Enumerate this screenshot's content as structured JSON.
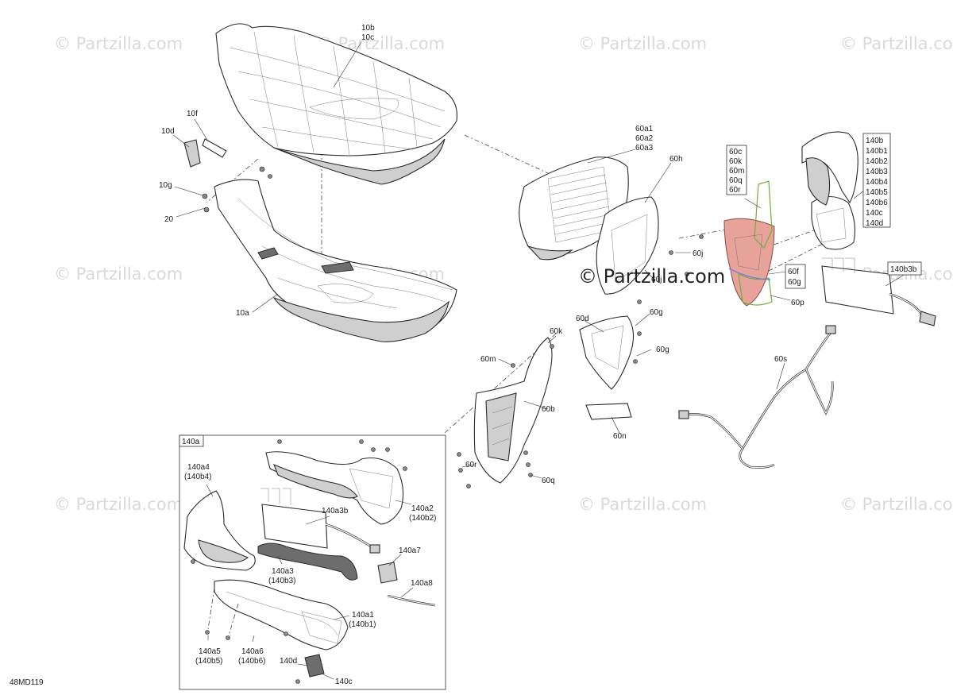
{
  "diagram_code": "48MD119",
  "watermark": "© Partzilla.com",
  "colors": {
    "watermark": "#d9d9d9",
    "highlight_red": "#e7a39a",
    "highlight_green": "#6fae3b",
    "highlight_blue": "#6f7fd8"
  },
  "labels": {
    "l10b": "10b",
    "l10c": "10c",
    "l10f": "10f",
    "l10d": "10d",
    "l10g": "10g",
    "l20": "20",
    "l10a": "10a",
    "l60a1": "60a1",
    "l60a2": "60a2",
    "l60a3": "60a3",
    "l60h": "60h",
    "l60j_a": "60j",
    "l60j_b": "60j",
    "l60c": "60c",
    "l60k": "60k",
    "l60m": "60m",
    "l60q": "60q",
    "l60r": "60r",
    "l60f": "60f",
    "l60g": "60g",
    "l60p": "60p",
    "l60d": "60d",
    "l60g_a": "60g",
    "l60g_b": "60g",
    "l60k_b": "60k",
    "l60m_b": "60m",
    "l60b": "60b",
    "l60n": "60n",
    "l60r_b": "60r",
    "l60q_b": "60q",
    "l60s": "60s",
    "l140b": "140b",
    "l140b1": "140b1",
    "l140b2": "140b2",
    "l140b3": "140b3",
    "l140b4": "140b4",
    "l140b5": "140b5",
    "l140b6": "140b6",
    "l140c": "140c",
    "l140d": "140d",
    "l140b3b": "140b3b",
    "l140a": "140a",
    "l140a4": "140a4",
    "l140a4b": "(140b4)",
    "l140a3b": "140a3b",
    "l140a2": "140a2",
    "l140a2b": "(140b2)",
    "l140a3": "140a3",
    "l140a3c": "(140b3)",
    "l140a7": "140a7",
    "l140a8": "140a8",
    "l140a1": "140a1",
    "l140a1b": "(140b1)",
    "l140a5": "140a5",
    "l140a5b": "(140b5)",
    "l140a6": "140a6",
    "l140a6b": "(140b6)",
    "l140d_b": "140d",
    "l140c_b": "140c"
  }
}
